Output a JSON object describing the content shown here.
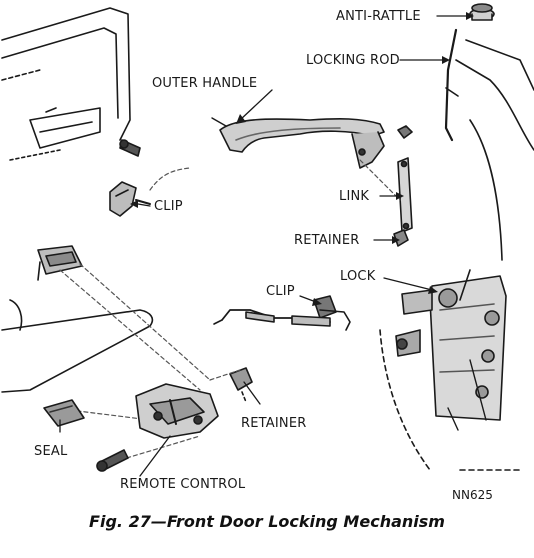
{
  "labels": {
    "anti_rattle": "ANTI-RATTLE",
    "locking_rod": "LOCKING ROD",
    "outer_handle": "OUTER HANDLE",
    "clip_top": "CLIP",
    "link": "LINK",
    "retainer_top": "RETAINER",
    "lock": "LOCK",
    "clip_middle": "CLIP",
    "retainer_bottom": "RETAINER",
    "seal": "SEAL",
    "remote_control": "REMOTE CONTROL"
  },
  "code": "NN625",
  "caption": "Fig. 27—Front Door Locking Mechanism",
  "colors": {
    "ink": "#1a1a1a",
    "shade": "#8a8a8a",
    "paper": "#ffffff"
  }
}
